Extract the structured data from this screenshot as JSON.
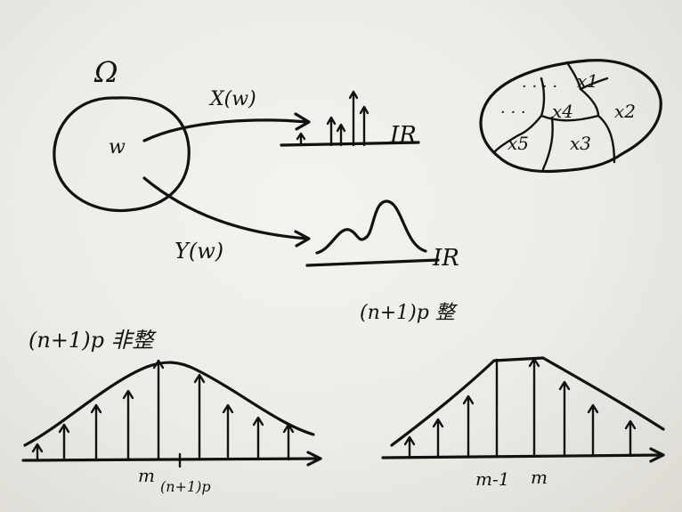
{
  "labels": {
    "omega": "Ω",
    "w": "w",
    "x_map": "X(w)",
    "y_map": "Y(w)",
    "reals_top": "IR",
    "reals_bottom": "IR",
    "partition": [
      "x1",
      "x4",
      "x2",
      "x5",
      "x3"
    ],
    "dots": "· · · ·",
    "dots2": "· · ·",
    "left_title": "(n+1)p 非整",
    "right_title": "(n+1)p 整",
    "left_tick_m": "m",
    "left_tick_np": "(n+1)p",
    "right_tick_m1": "m-1",
    "right_tick_m": "m"
  }
}
